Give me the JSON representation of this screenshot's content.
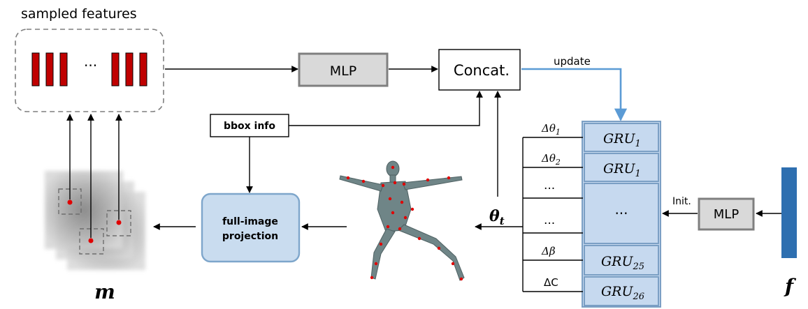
{
  "sampled_features": {
    "label": "sampled features",
    "ellipsis": "···"
  },
  "mlp_top": {
    "label": "MLP"
  },
  "concat": {
    "label": "Concat."
  },
  "update": {
    "label": "update"
  },
  "bbox_info": {
    "label": "bbox info"
  },
  "projection": {
    "line1": "full-image",
    "line2": "projection"
  },
  "theta_t": {
    "base": "θ",
    "sub": "t"
  },
  "feature_map": {
    "label": "m"
  },
  "gru_stack": {
    "deltas": [
      {
        "base": "Δθ",
        "sub": "1"
      },
      {
        "base": "Δθ",
        "sub": "2"
      },
      {
        "base": "···",
        "sub": ""
      },
      {
        "base": "···",
        "sub": ""
      },
      {
        "base": "Δβ",
        "sub": ""
      },
      {
        "base": "ΔC",
        "sub": ""
      }
    ],
    "cells": [
      {
        "base": "GRU",
        "sub": "1"
      },
      {
        "base": "GRU",
        "sub": "1"
      },
      {
        "base": "···",
        "sub": ""
      },
      {
        "base": "GRU",
        "sub": "25"
      },
      {
        "base": "GRU",
        "sub": "26"
      }
    ]
  },
  "init": {
    "label": "Init."
  },
  "mlp_right": {
    "label": "MLP"
  },
  "f": {
    "label": "f"
  },
  "colors": {
    "feature_bar": "#c00000",
    "gru_fill": "#c6d9ef",
    "gru_stroke": "#7b9fc4",
    "update_arrow": "#5b9bd5",
    "proj_fill": "#c9dcef",
    "f_bar": "#2e6fb0",
    "mlp_fill": "#d9d9d9",
    "mlp_stroke": "#7f7f7f"
  }
}
